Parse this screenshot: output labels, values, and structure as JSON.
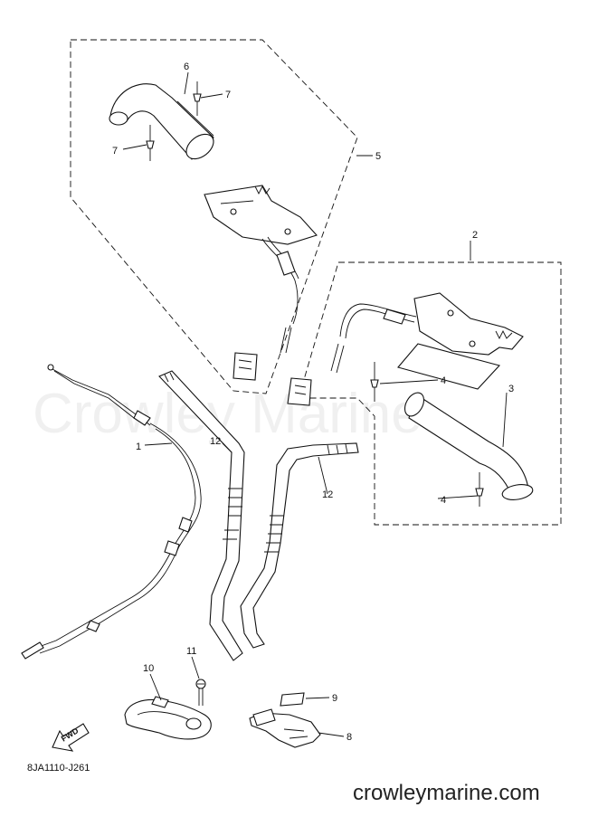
{
  "watermark": "Crowley Marine",
  "diagram_code": "8JA1110-J261",
  "site": "crowleymarine.com",
  "fwd_label": "FWD",
  "callouts": [
    "1",
    "2",
    "3",
    "4",
    "4",
    "5",
    "6",
    "7",
    "7",
    "8",
    "9",
    "10",
    "11",
    "12",
    "12"
  ]
}
